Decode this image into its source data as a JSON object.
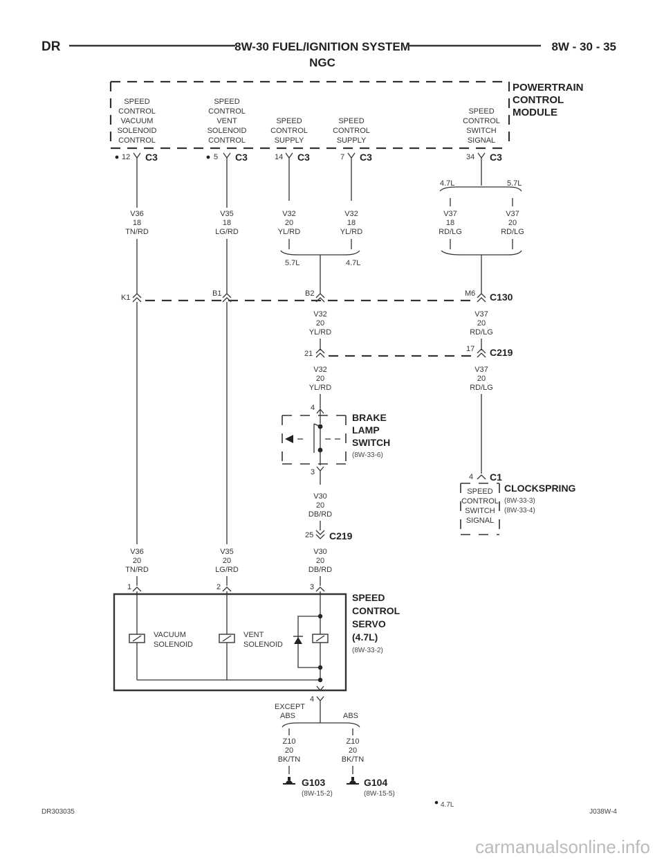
{
  "header": {
    "left": "DR",
    "title": "8W-30 FUEL/IGNITION SYSTEM",
    "subtitle": "NGC",
    "right": "8W - 30 - 35"
  },
  "pcm": {
    "name_lines": [
      "POWERTRAIN",
      "CONTROL",
      "MODULE"
    ],
    "pins": [
      {
        "label_lines": [
          "SPEED",
          "CONTROL",
          "VACUUM",
          "SOLENOID",
          "CONTROL"
        ],
        "pin": "12",
        "connector": "C3",
        "wire": [
          "V36",
          "18",
          "TN/RD"
        ]
      },
      {
        "label_lines": [
          "SPEED",
          "CONTROL",
          "VENT",
          "SOLENOID",
          "CONTROL"
        ],
        "pin": "5",
        "connector": "C3",
        "wire": [
          "V35",
          "18",
          "LG/RD"
        ]
      },
      {
        "label_lines": [
          "SPEED",
          "CONTROL",
          "SUPPLY"
        ],
        "pin": "14",
        "connector": "C3",
        "wire": [
          "V32",
          "20",
          "YL/RD"
        ]
      },
      {
        "label_lines": [
          "SPEED",
          "CONTROL",
          "SUPPLY"
        ],
        "pin": "7",
        "connector": "C3",
        "wire": [
          "V32",
          "18",
          "YL/RD"
        ]
      },
      {
        "label_lines": [
          "SPEED",
          "CONTROL",
          "SWITCH",
          "SIGNAL"
        ],
        "pin": "34",
        "connector": "C3"
      }
    ],
    "v37_left": {
      "engine": "4.7L",
      "wire": [
        "V37",
        "18",
        "RD/LG"
      ]
    },
    "v37_right": {
      "engine": "5.7L",
      "wire": [
        "V37",
        "20",
        "RD/LG"
      ]
    },
    "v32_splice_left": "5.7L",
    "v32_splice_right": "4.7L"
  },
  "c130": {
    "name": "C130",
    "pins": [
      "K1",
      "B1",
      "B2",
      "M6"
    ],
    "wire_b2": [
      "V32",
      "20",
      "YL/RD"
    ],
    "wire_m6": [
      "V37",
      "20",
      "RD/LG"
    ]
  },
  "c219_top": {
    "name": "C219",
    "pin_left": "21",
    "pin_right": "17",
    "wire_left": [
      "V32",
      "20",
      "YL/RD"
    ],
    "wire_right": [
      "V37",
      "20",
      "RD/LG"
    ]
  },
  "brake_switch": {
    "name_lines": [
      "BRAKE",
      "LAMP",
      "SWITCH"
    ],
    "ref": "(8W-33-6)",
    "pin_top": "4",
    "pin_bottom": "3",
    "wire_out": [
      "V30",
      "20",
      "DB/RD"
    ]
  },
  "c219_bottom": {
    "name": "C219",
    "pin": "25"
  },
  "clockspring": {
    "name": "CLOCKSPRING",
    "connector": "C1",
    "pin": "4",
    "label_lines": [
      "SPEED",
      "CONTROL",
      "SWITCH",
      "SIGNAL"
    ],
    "refs": [
      "(8W-33-3)",
      "(8W-33-4)"
    ]
  },
  "servo_wires": [
    {
      "wire": [
        "V36",
        "20",
        "TN/RD"
      ],
      "pin": "1"
    },
    {
      "wire": [
        "V35",
        "20",
        "LG/RD"
      ],
      "pin": "2"
    },
    {
      "wire": [
        "V30",
        "20",
        "DB/RD"
      ],
      "pin": "3"
    }
  ],
  "servo": {
    "name_lines": [
      "SPEED",
      "CONTROL",
      "SERVO",
      "(4.7L)"
    ],
    "ref": "(8W-33-2)",
    "vacuum_lines": [
      "VACUUM",
      "SOLENOID"
    ],
    "vent_lines": [
      "VENT",
      "SOLENOID"
    ],
    "pin_bottom": "4"
  },
  "grounds": {
    "left_label_lines": [
      "EXCEPT",
      "ABS"
    ],
    "right_label": "ABS",
    "left_wire": [
      "Z10",
      "20",
      "BK/TN"
    ],
    "right_wire": [
      "Z10",
      "20",
      "BK/TN"
    ],
    "g103": "G103",
    "g103_ref": "(8W-15-2)",
    "g104": "G104",
    "g104_ref": "(8W-15-5)"
  },
  "footer": {
    "left": "DR303035",
    "note": "4.7L",
    "right": "J038W-4"
  },
  "watermark": "carmanualsonline.info"
}
